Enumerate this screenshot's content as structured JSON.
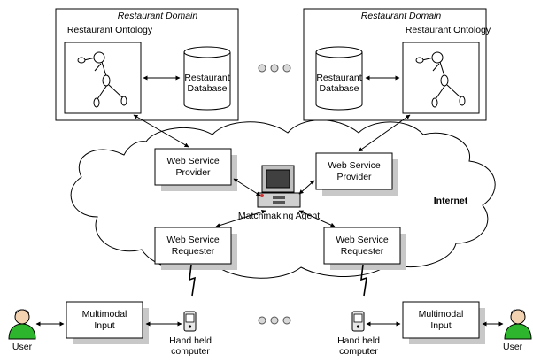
{
  "domains": [
    {
      "title": "Restaurant Domain",
      "ontology_label": "Restaurant Ontology",
      "database_label": [
        "Restaurant",
        "Database"
      ]
    },
    {
      "title": "Restaurant Domain",
      "ontology_label": "Restaurant Ontology",
      "database_label": [
        "Restaurant",
        "Database"
      ]
    }
  ],
  "providers": [
    {
      "label": [
        "Web Service",
        "Provider"
      ]
    },
    {
      "label": [
        "Web Service",
        "Provider"
      ]
    }
  ],
  "requesters": [
    {
      "label": [
        "Web Service",
        "Requester"
      ]
    },
    {
      "label": [
        "Web Service",
        "Requester"
      ]
    }
  ],
  "agent_label": "Matchmaking Agent",
  "internet_label": "Internet",
  "inputs": [
    {
      "label": [
        "Multimodal",
        "Input"
      ]
    },
    {
      "label": [
        "Multimodal",
        "Input"
      ]
    }
  ],
  "devices": [
    {
      "label": [
        "Hand held",
        "computer"
      ]
    },
    {
      "label": [
        "Hand held",
        "computer"
      ]
    }
  ],
  "users": [
    {
      "label": "User"
    },
    {
      "label": "User"
    }
  ],
  "colors": {
    "shadow": "#c8c8c8",
    "user_green": "#2db52d",
    "cloud_stroke": "#000000"
  },
  "icons": [
    "user-icon",
    "handheld-icon",
    "computer-icon",
    "ellipsis-dots-icon"
  ]
}
